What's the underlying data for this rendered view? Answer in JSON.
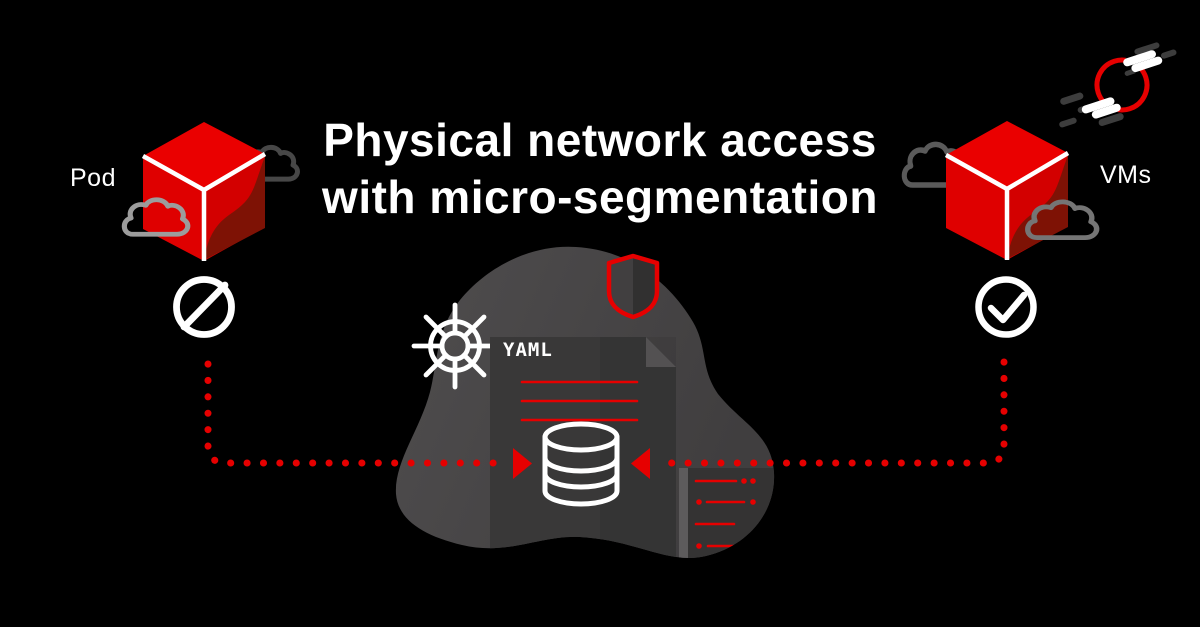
{
  "title": {
    "line1": "Physical network access",
    "line2": "with micro-segmentation"
  },
  "left_group": {
    "label": "Pod",
    "status_icon": "prohibited-circle-icon"
  },
  "right_group": {
    "label": "VMs",
    "status_icon": "check-circle-icon"
  },
  "center_group": {
    "yaml_label": "YAML",
    "icons": [
      "ship-wheel-icon",
      "shield-icon",
      "yaml-document-icon",
      "database-icon",
      "config-lines-icon"
    ]
  },
  "top_right_icon": "broken-chain-link-icon",
  "colors": {
    "background": "#000000",
    "accent_red": "#e60000",
    "cube_red": "#ea0000",
    "cube_red_left": "#df0000",
    "cube_red_right": "#d30000",
    "cube_swoosh": "#7e1205",
    "white": "#ffffff",
    "blob_light": "#4f4d4e",
    "blob_dark": "#403e3f",
    "doc_gray": "#393838",
    "doc_gray_dark": "#333232",
    "fold_gray": "#535152",
    "panel_gray": "#343333",
    "panel_strip": "#5d5b5c",
    "cloud_dark": "#474747",
    "cloud_light": "#9c9c9c",
    "cloud_mid": "#5a5a5a",
    "cloud_mid2": "#757575",
    "chain_gray": "#3d3d3d"
  }
}
